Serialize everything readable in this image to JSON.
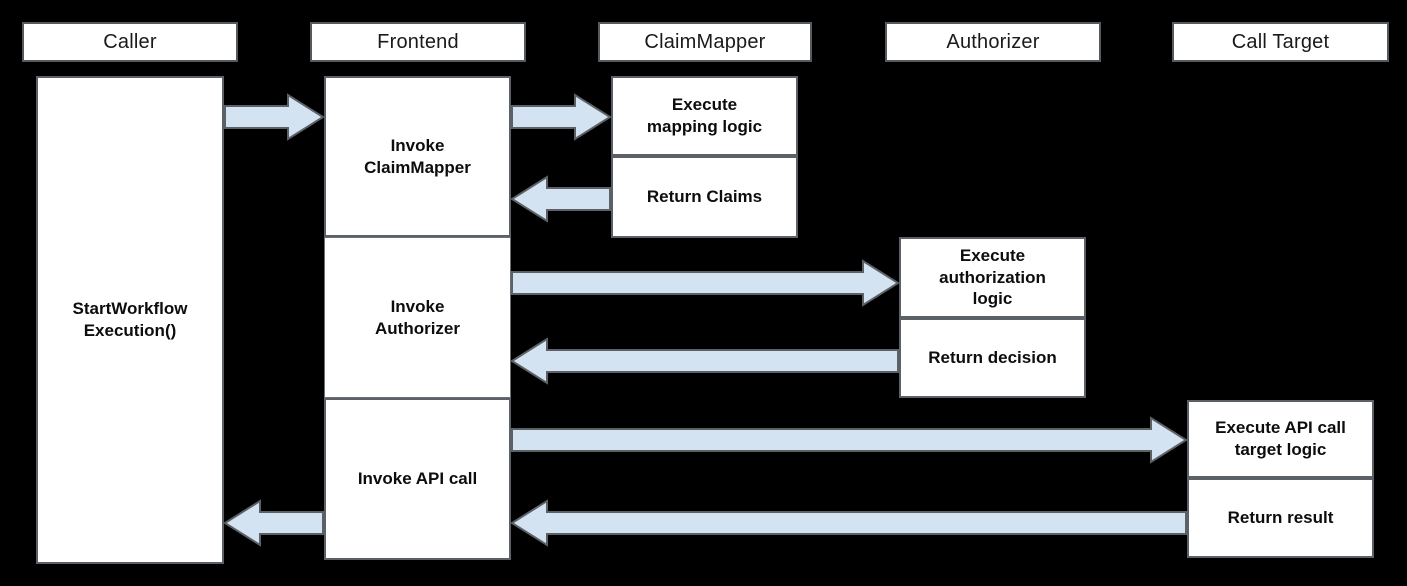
{
  "diagram": {
    "type": "sequence-diagram",
    "background_color": "#000000",
    "box_fill": "#ffffff",
    "box_border": "#5b6166",
    "arrow_fill": "#d4e3f2",
    "arrow_border": "#5b6166",
    "lanes": [
      {
        "id": "caller",
        "label": "Caller"
      },
      {
        "id": "frontend",
        "label": "Frontend"
      },
      {
        "id": "claimmapper",
        "label": "ClaimMapper"
      },
      {
        "id": "authorizer",
        "label": "Authorizer"
      },
      {
        "id": "calltarget",
        "label": "Call Target"
      }
    ],
    "activations": {
      "caller": [
        {
          "id": "caller-main",
          "label": "StartWorkflow\nExecution()"
        }
      ],
      "frontend": [
        {
          "id": "fe-claimmapper",
          "label": "Invoke\nClaimMapper"
        },
        {
          "id": "fe-authorizer",
          "label": "Invoke\nAuthorizer"
        },
        {
          "id": "fe-apicall",
          "label": "Invoke API call"
        }
      ],
      "claimmapper": [
        {
          "id": "cm-execute",
          "label": "Execute\nmapping logic"
        },
        {
          "id": "cm-return",
          "label": "Return Claims"
        }
      ],
      "authorizer": [
        {
          "id": "az-execute",
          "label": "Execute\nauthorization\nlogic"
        },
        {
          "id": "az-return",
          "label": "Return decision"
        }
      ],
      "calltarget": [
        {
          "id": "ct-execute",
          "label": "Execute API call\ntarget logic"
        },
        {
          "id": "ct-return",
          "label": "Return result"
        }
      ]
    },
    "messages": [
      {
        "id": "msg-caller-to-frontend",
        "direction": "right",
        "from": "caller",
        "to": "frontend"
      },
      {
        "id": "msg-frontend-to-claimmapper",
        "direction": "right",
        "from": "frontend",
        "to": "claimmapper"
      },
      {
        "id": "msg-claimmapper-to-frontend",
        "direction": "left",
        "from": "claimmapper",
        "to": "frontend"
      },
      {
        "id": "msg-frontend-to-authorizer",
        "direction": "right",
        "from": "frontend",
        "to": "authorizer"
      },
      {
        "id": "msg-authorizer-to-frontend",
        "direction": "left",
        "from": "authorizer",
        "to": "frontend"
      },
      {
        "id": "msg-frontend-to-calltarget",
        "direction": "right",
        "from": "frontend",
        "to": "calltarget"
      },
      {
        "id": "msg-calltarget-to-frontend",
        "direction": "left",
        "from": "calltarget",
        "to": "frontend"
      },
      {
        "id": "msg-frontend-to-caller",
        "direction": "left",
        "from": "frontend",
        "to": "caller"
      }
    ]
  }
}
